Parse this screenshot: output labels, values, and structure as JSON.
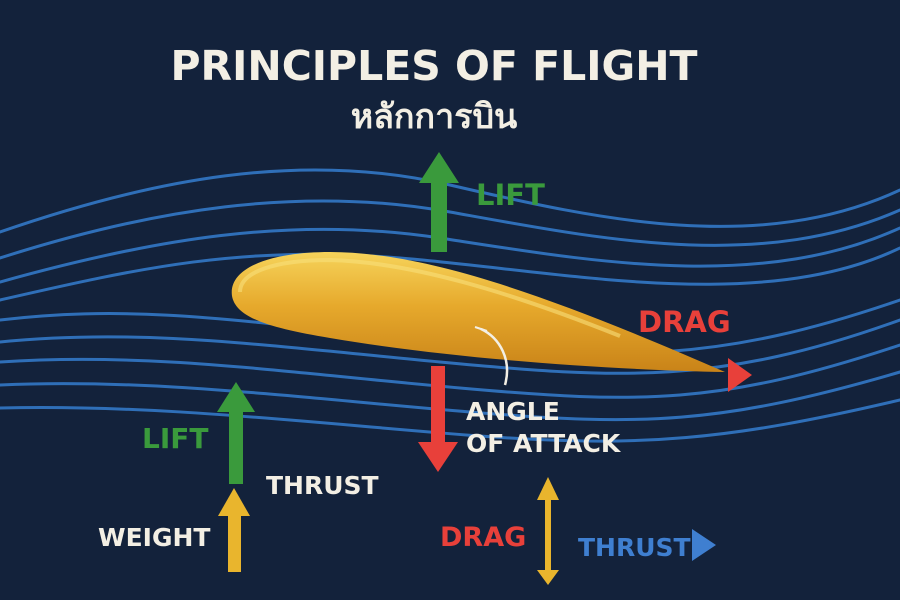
{
  "title": "PRINCIPLES OF FLIGHT",
  "subtitle": "หลักการบิน",
  "labels": {
    "lift_top": "LIFT",
    "drag_right": "DRAG",
    "angle_line1": "ANGLE",
    "angle_line2": "OF ATTACK",
    "lift_left": "LIFT",
    "thrust_left": "THRUST",
    "weight": "WEIGHT",
    "drag_bottom": "DRAG",
    "thrust_bottom": "THRUST"
  },
  "colors": {
    "background": "#13223b",
    "title": "#f3efe4",
    "airflow": "#2f6fb8",
    "airfoil_top": "#f2c744",
    "airfoil_bottom": "#d28d1c",
    "lift": "#3a9a3c",
    "drag": "#e8403a",
    "weight": "#e9b52d",
    "thrust": "#3f7fd0",
    "label_light": "#f3efe4"
  }
}
